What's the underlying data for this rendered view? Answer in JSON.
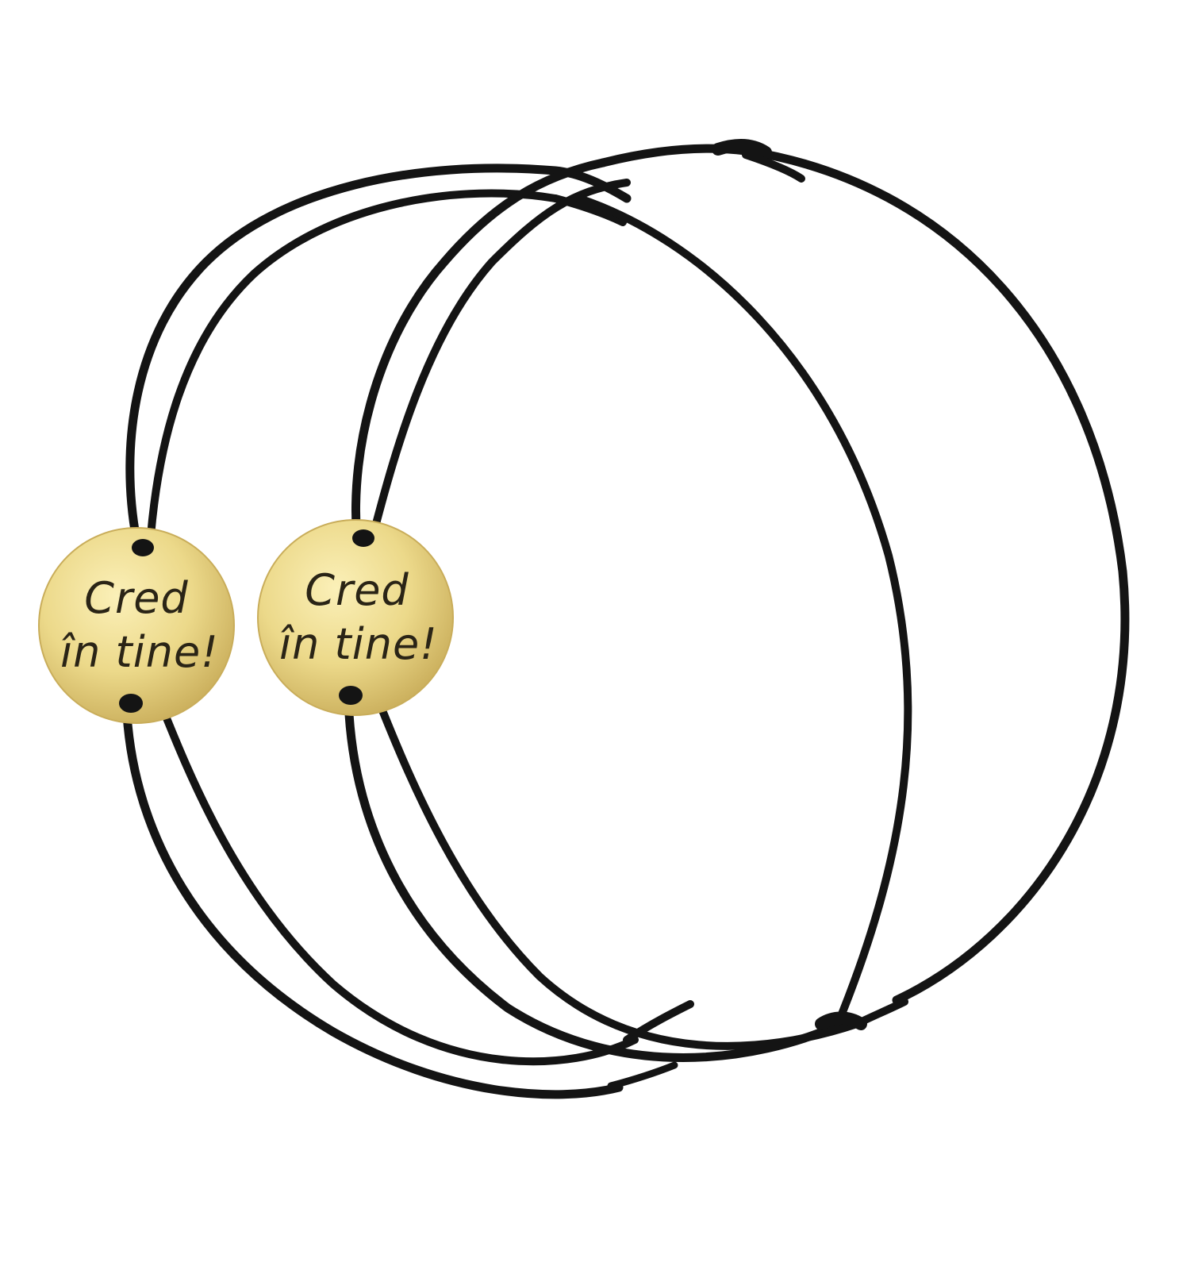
{
  "colors": {
    "background": "#ffffff",
    "cord": "#141414",
    "cord_highlight": "#3a3a3a",
    "gold_light": "#fbf0b8",
    "gold_mid": "#ecd98a",
    "gold_dark": "#c9ad5a",
    "engraving": "#2a2416"
  },
  "bracelets": [
    {
      "pendant": {
        "line1": "Cred",
        "line2": "în tine!"
      }
    },
    {
      "pendant": {
        "line1": "Cred",
        "line2": "în tine!"
      }
    }
  ]
}
